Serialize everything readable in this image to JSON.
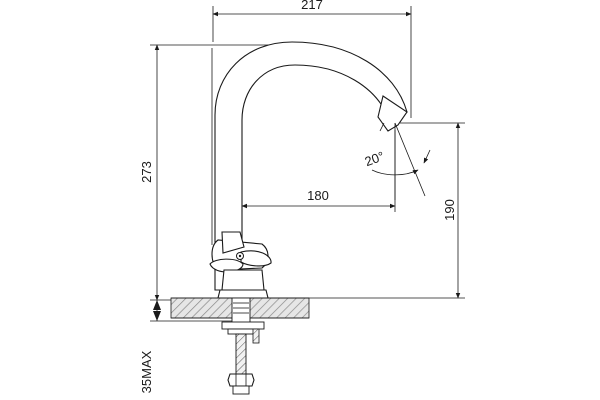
{
  "dimensions": {
    "width_top": "217",
    "height_total": "273",
    "reach": "180",
    "spout_height": "190",
    "angle": "20°",
    "counter_max": "35MAX"
  }
}
